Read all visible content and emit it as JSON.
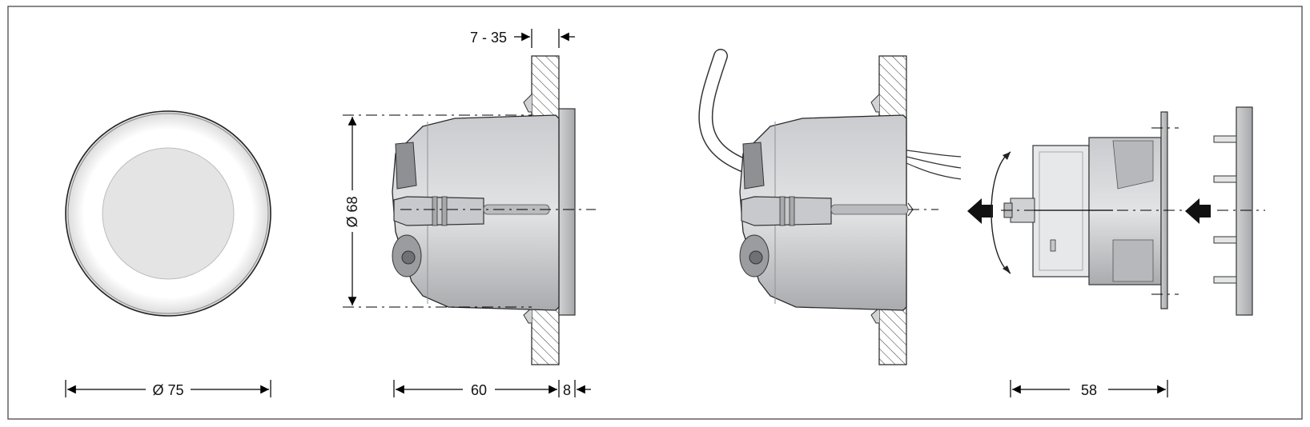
{
  "colors": {
    "frame": "#555555",
    "line": "#000000",
    "body_gray": "#b4b6b9",
    "body_light": "#dcdee0",
    "hatch": "#333333",
    "arrow": "#111111"
  },
  "dimensions": {
    "front_diameter": "Ø 75",
    "wall_thickness": "7 - 35",
    "body_diameter": "Ø 68",
    "body_depth": "60",
    "flange_depth": "8",
    "insert_depth": "58"
  },
  "icons": {
    "insert_arrow": "arrow-left-icon",
    "rotate": "rotate-arrow-icon"
  }
}
